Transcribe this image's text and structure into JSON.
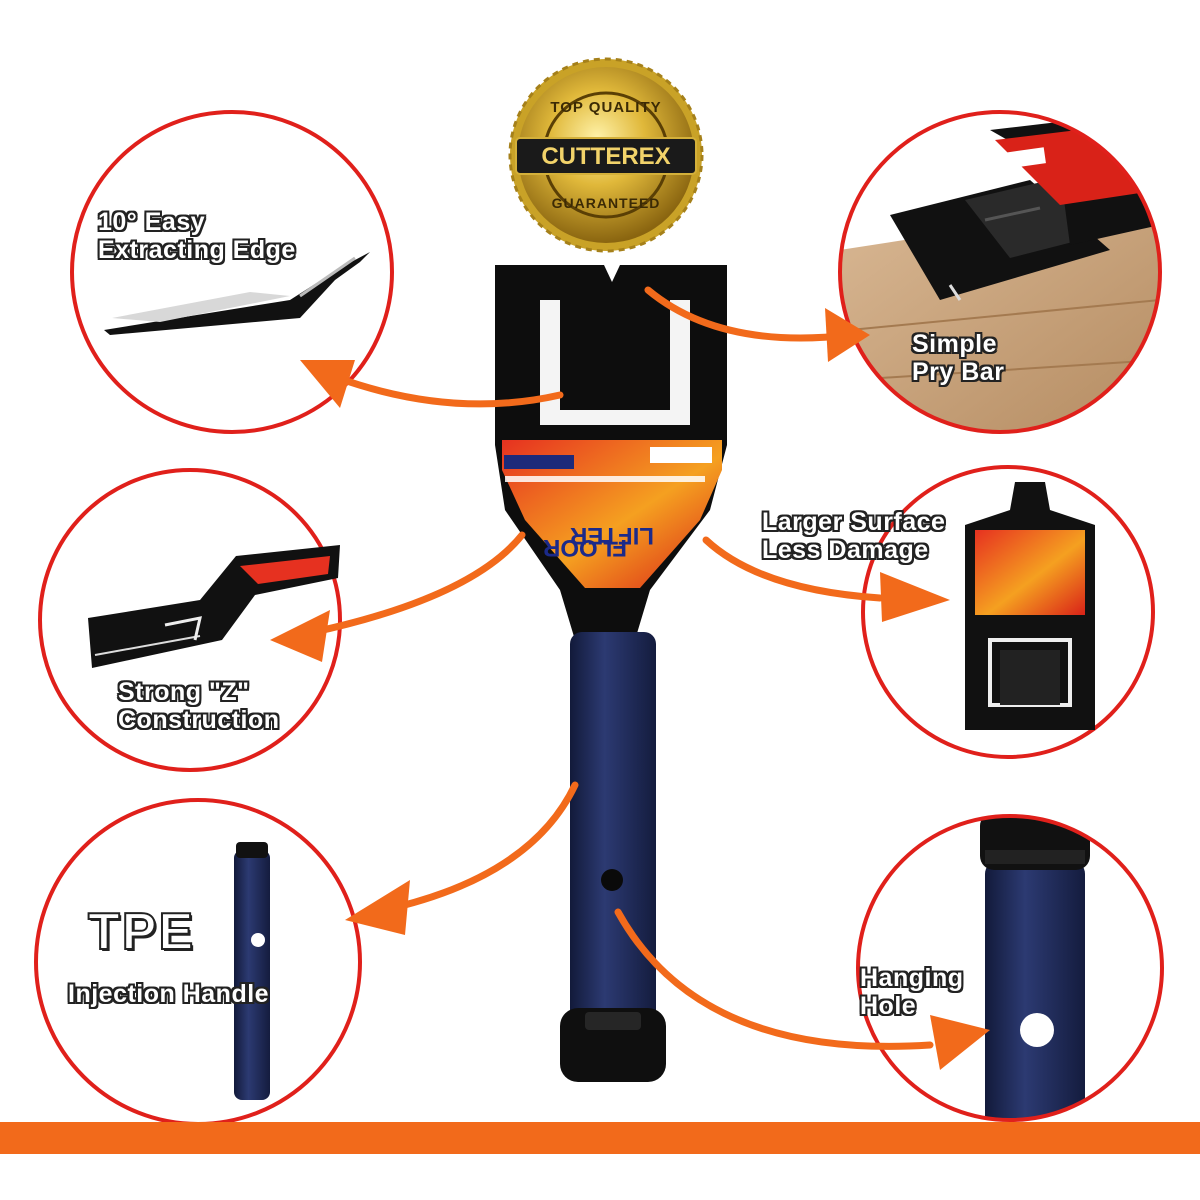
{
  "badge": {
    "top_text": "TOP QUALITY",
    "brand": "CUTTEREX",
    "bottom_text": "GUARANTEED"
  },
  "product_label": {
    "title_line1": "FLOOR",
    "title_line2": "LIFTER"
  },
  "callouts": {
    "easy_edge": {
      "line1": "10° Easy",
      "line2": "Extracting Edge"
    },
    "pry_bar": {
      "line1": "Simple",
      "line2": "Pry Bar"
    },
    "z_construction": {
      "line1": "Strong \"Z\"",
      "line2": "Construction"
    },
    "surface": {
      "line1": "Larger Surface",
      "line2": "Less Damage"
    },
    "tpe": {
      "big": "TPE",
      "line2": "Injection Handle"
    },
    "hanging_hole": {
      "line1": "Hanging",
      "line2": "Hole"
    }
  },
  "colors": {
    "accent_orange": "#f26a1b",
    "circle_red": "#e0201b",
    "handle_blue": "#1f2a55",
    "steel_black": "#111111",
    "gold": "#c9a227"
  }
}
